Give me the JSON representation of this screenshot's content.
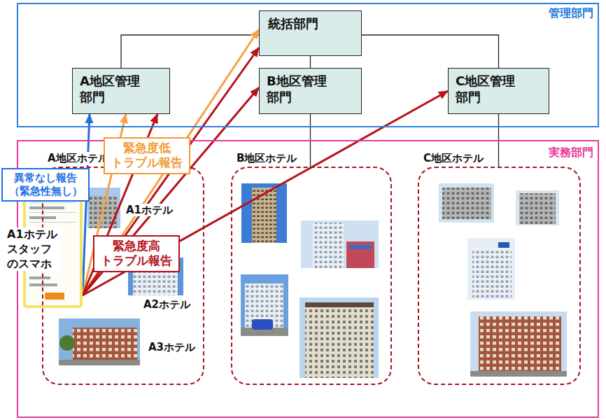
{
  "diagram": {
    "nodes": [
      {
        "text": [
          "管理部門"
        ]
      },
      {
        "text": [
          "統括部門"
        ],
        "in": 0
      },
      {
        "text": [
          "A地区管理 部門"
        ],
        "in": 0
      },
      {
        "text": [
          "B地区管理 部門"
        ],
        "in": 0
      },
      {
        "text": [
          "C地区管理 部門"
        ],
        "in": 0
      },
      {
        "text": [
          "実務部門"
        ]
      },
      {
        "text": [
          "A地区ホテル"
        ],
        "in": 5
      },
      {
        "text": [
          "A1ホテル スタッフ のスマホ"
        ],
        "in": 6
      },
      {
        "text": [
          "B地区ホテル"
        ],
        "in": 5
      },
      {
        "text": [
          "C地区ホテル"
        ],
        "in": 5
      }
    ],
    "edges": [
      {
        "from": 1,
        "to": 2,
        "arrow": "none"
      },
      {
        "from": 1,
        "to": 3,
        "arrow": "none"
      },
      {
        "from": 1,
        "to": 4,
        "arrow": "none"
      },
      {
        "from": 3,
        "to": 8,
        "arrow": "none"
      },
      {
        "from": 4,
        "to": 9,
        "arrow": "none"
      },
      {
        "from": 7,
        "to": 2,
        "arrow": "to",
        "label": "異常なし報告 （緊急性無し）"
      },
      {
        "from": 7,
        "to": 2,
        "arrow": "to"
      },
      {
        "from": 7,
        "to": 1,
        "arrow": "to",
        "label": "緊急度低 トラブル報告"
      },
      {
        "from": 7,
        "to": 2,
        "arrow": "to"
      },
      {
        "from": 7,
        "to": 1,
        "arrow": "to"
      },
      {
        "from": 7,
        "to": 3,
        "arrow": "to"
      },
      {
        "from": 7,
        "to": 4,
        "arrow": "to",
        "label": "緊急度高 トラブル報告"
      }
    ],
    "labels": [
      "A1ホテル",
      "A2ホテル",
      "A3ホテル"
    ]
  }
}
